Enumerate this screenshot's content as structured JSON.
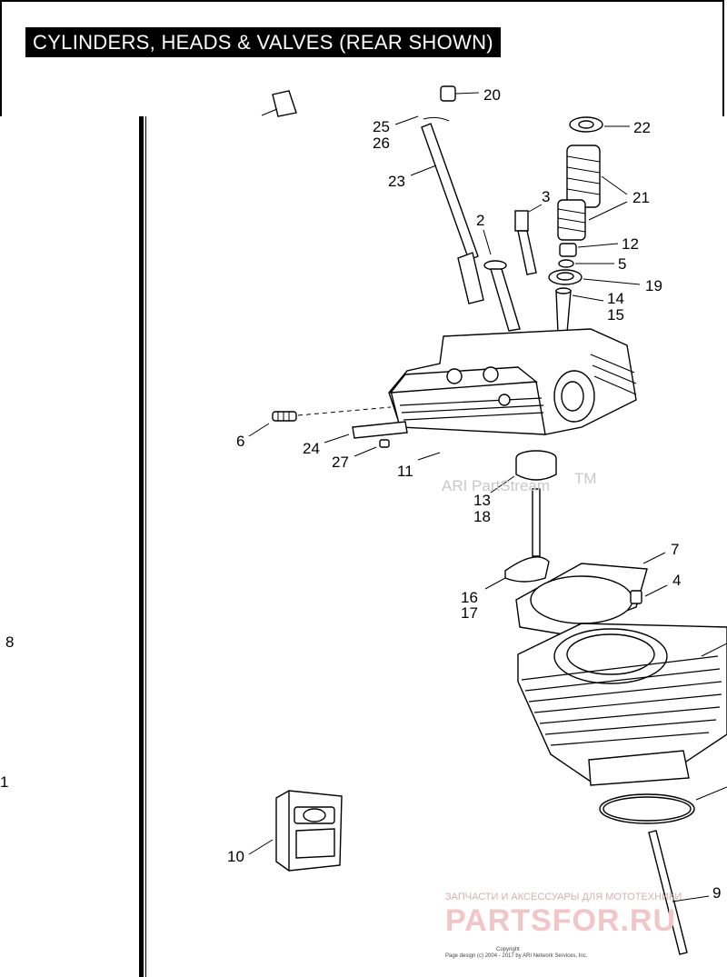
{
  "title": "CYLINDERS, HEADS & VALVES (REAR SHOWN)",
  "callouts": {
    "c20": "20",
    "c22": "22",
    "c25": "25",
    "c26": "26",
    "c23": "23",
    "c21": "21",
    "c3": "3",
    "c2": "2",
    "c12": "12",
    "c5": "5",
    "c19": "19",
    "c14": "14",
    "c15": "15",
    "c6": "6",
    "c24": "24",
    "c27": "27",
    "c11": "11",
    "c13": "13",
    "c18": "18",
    "c7": "7",
    "c4": "4",
    "c16": "16",
    "c17": "17",
    "c8": "8",
    "c1": "1",
    "c10": "10",
    "c9": "9"
  },
  "watermark": "ARI PartStream",
  "watermark_tm": "TM",
  "brand": {
    "tagline": "ЗАПЧАСТИ И АКСЕССУАРЫ ДЛЯ МОТОТЕХНИКИ",
    "name": "PARTSFOR.RU"
  },
  "copyright": {
    "line1": "Copyright",
    "line2": "Page design (c) 2004 - 2017 by ARI Network Services, Inc."
  }
}
